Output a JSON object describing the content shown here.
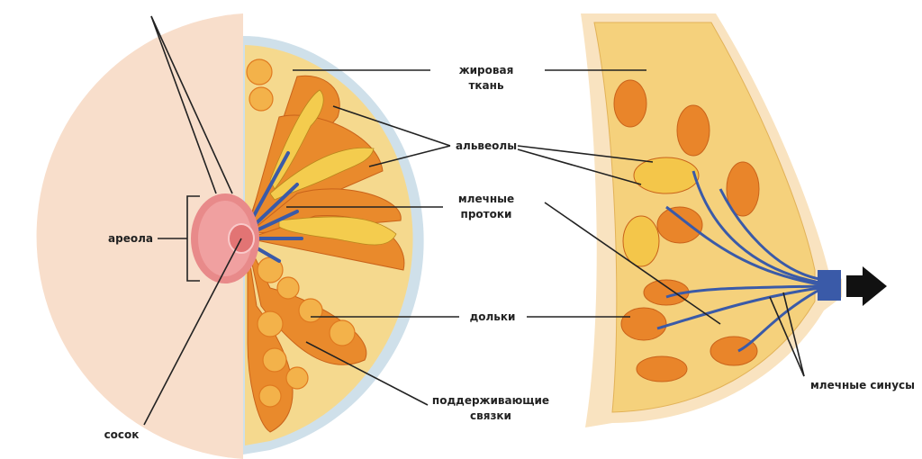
{
  "labels": {
    "fat_tissue": [
      "жировая",
      "ткань"
    ],
    "alveoli": "альвеолы",
    "milk_ducts": [
      "млечные",
      "протоки"
    ],
    "lobules": "дольки",
    "ligaments": [
      "поддерживающие",
      "связки"
    ],
    "areola": "ареола",
    "nipple": "сосок",
    "milk_sinuses": "млечные синусы"
  },
  "colors": {
    "skin": "#f7dcc6",
    "fat": "#f6d98f",
    "lobule": "#e9892b",
    "alveoli": "#f3c94a",
    "duct": "#3a5aa8",
    "areola": "#e88a8a",
    "arrow": "#111111"
  }
}
